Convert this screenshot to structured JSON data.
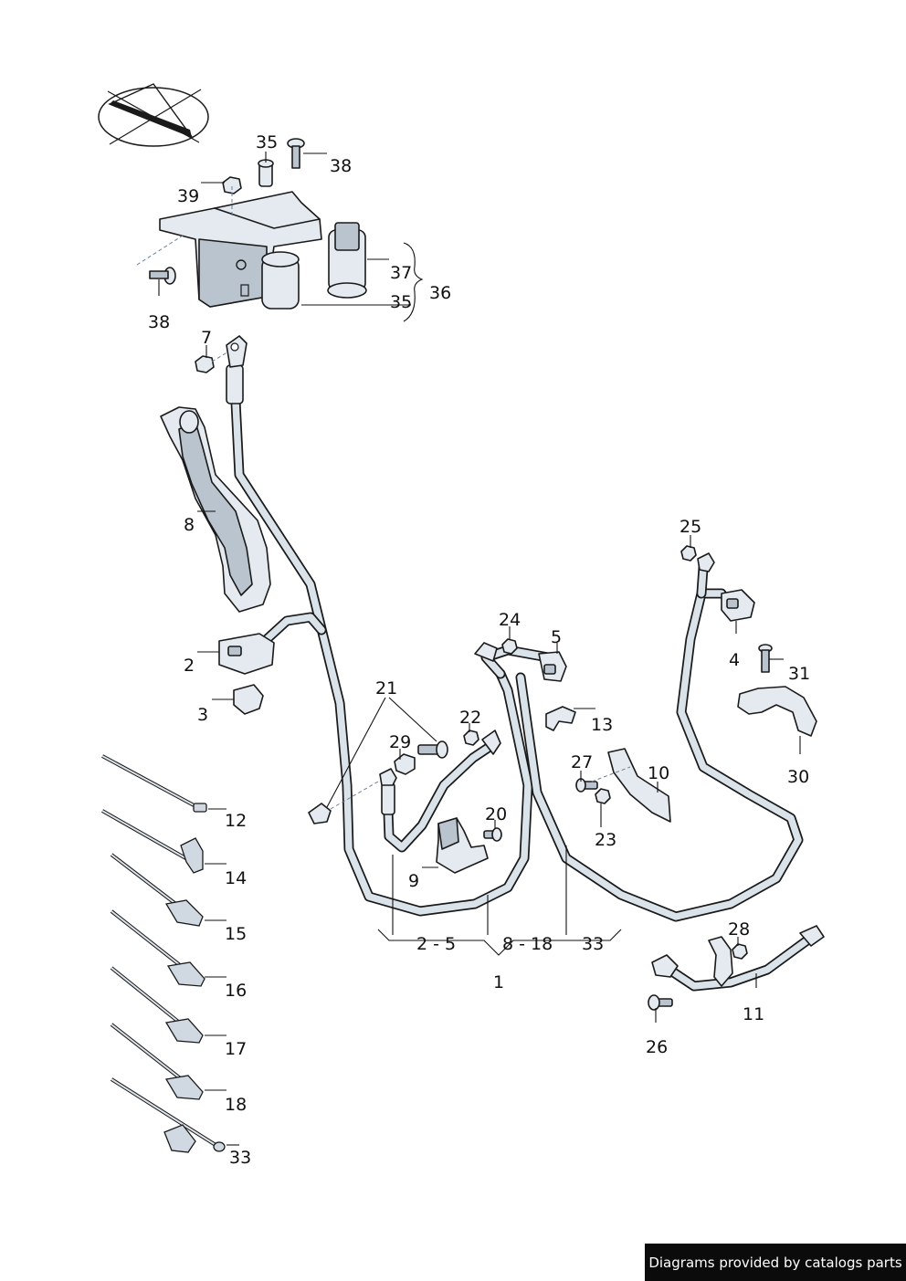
{
  "callouts": {
    "c35_top": "35",
    "c38_top": "38",
    "c39": "39",
    "c37": "37",
    "c36": "36",
    "c35_bottom": "35",
    "c38_left": "38",
    "c7": "7",
    "c8": "8",
    "c2": "2",
    "c3": "3",
    "c21": "21",
    "c29": "29",
    "c22": "22",
    "c24": "24",
    "c5": "5",
    "c13": "13",
    "c27": "27",
    "c10": "10",
    "c20": "20",
    "c9": "9",
    "c23": "23",
    "c25": "25",
    "c4": "4",
    "c31": "31",
    "c30": "30",
    "c28": "28",
    "c11": "11",
    "c26": "26",
    "c12": "12",
    "c14": "14",
    "c15": "15",
    "c16": "16",
    "c17": "17",
    "c18": "18",
    "c33_tie": "33",
    "range_a": "2 - 5",
    "range_b": "8 - 18",
    "range_c": "33",
    "c1": "1"
  },
  "footer": {
    "text": "Diagrams provided by catalogs parts"
  },
  "icons": {
    "compass": "orientation-arrow-icon"
  },
  "colors": {
    "line": "#1a1a1a",
    "part_fill": "#e4eaf0",
    "badge_bg": "#0b0b0b"
  }
}
